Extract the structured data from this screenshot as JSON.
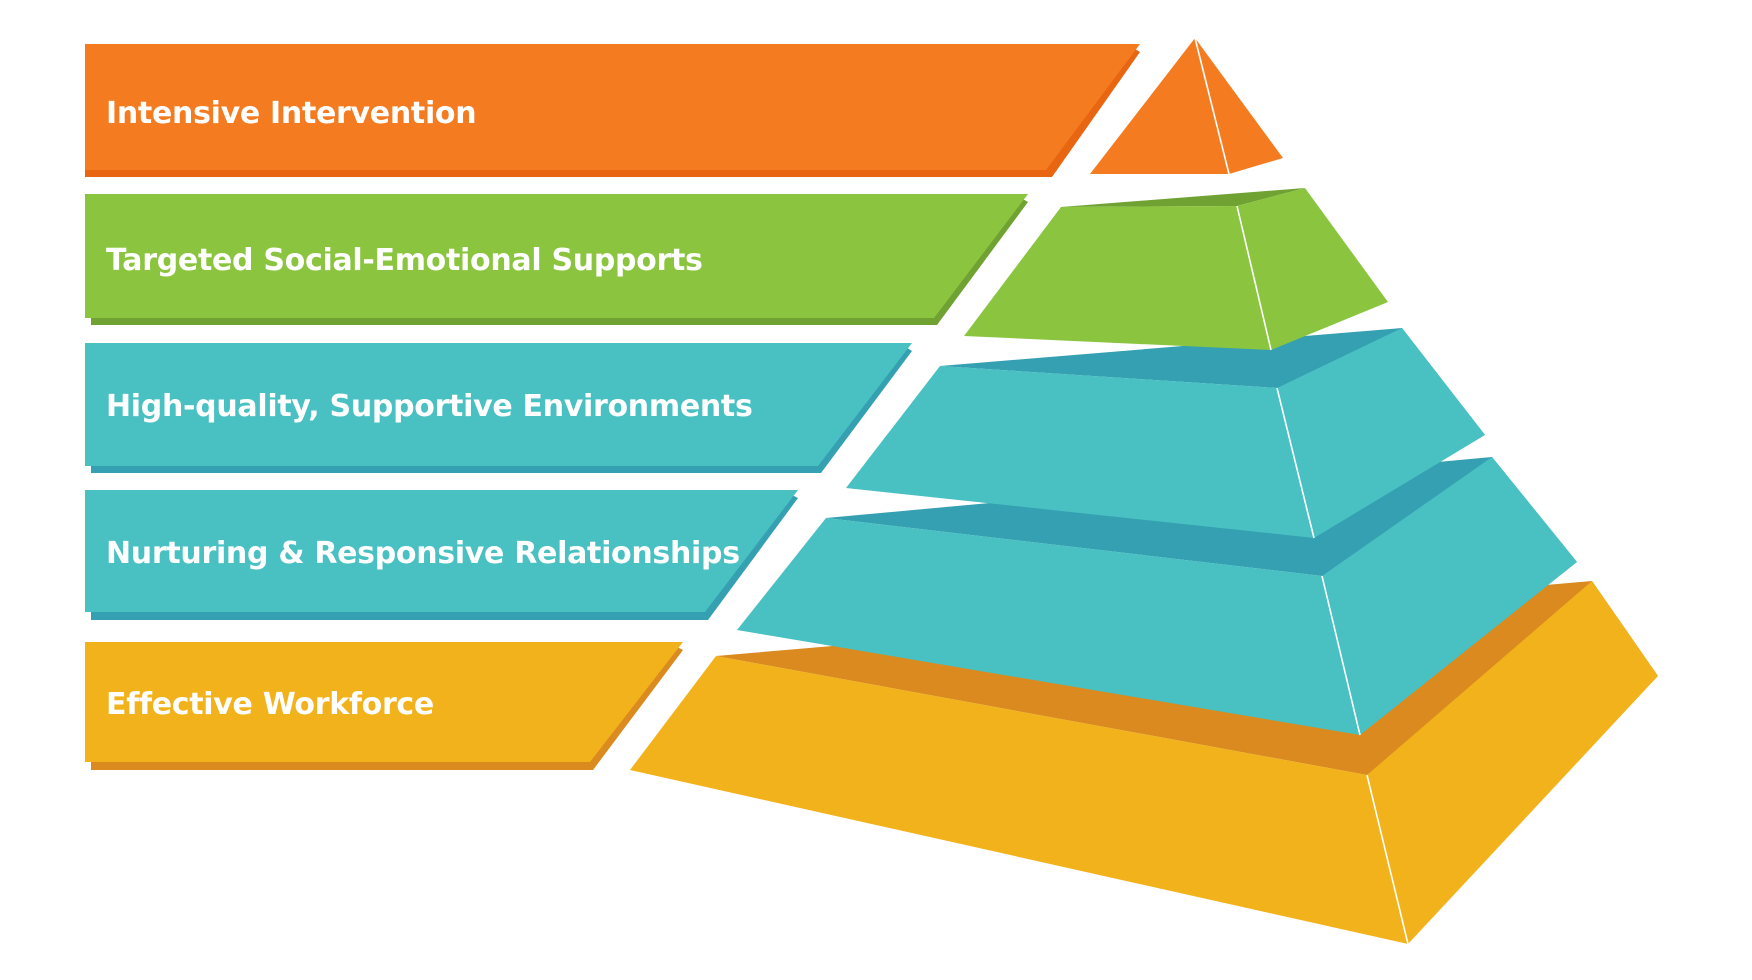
{
  "pyramid": {
    "tiers": [
      {
        "label": "Intensive Intervention",
        "color": "#F47B20",
        "shade": "#E86511",
        "top_face": "#E86511"
      },
      {
        "label": "Targeted Social-Emotional Supports",
        "color": "#8BC53F",
        "shade": "#6FA233",
        "top_face": "#6FA233"
      },
      {
        "label": "High-quality, Supportive Environments",
        "color": "#49C0C2",
        "shade": "#34A0B2",
        "top_face": "#34A0B2"
      },
      {
        "label": "Nurturing & Responsive Relationships",
        "color": "#49C0C2",
        "shade": "#34A0B2",
        "top_face": "#34A0B2"
      },
      {
        "label": "Effective Workforce",
        "color": "#F2B21B",
        "shade": "#DA8A1E",
        "top_face": "#DA8A1E"
      }
    ]
  }
}
